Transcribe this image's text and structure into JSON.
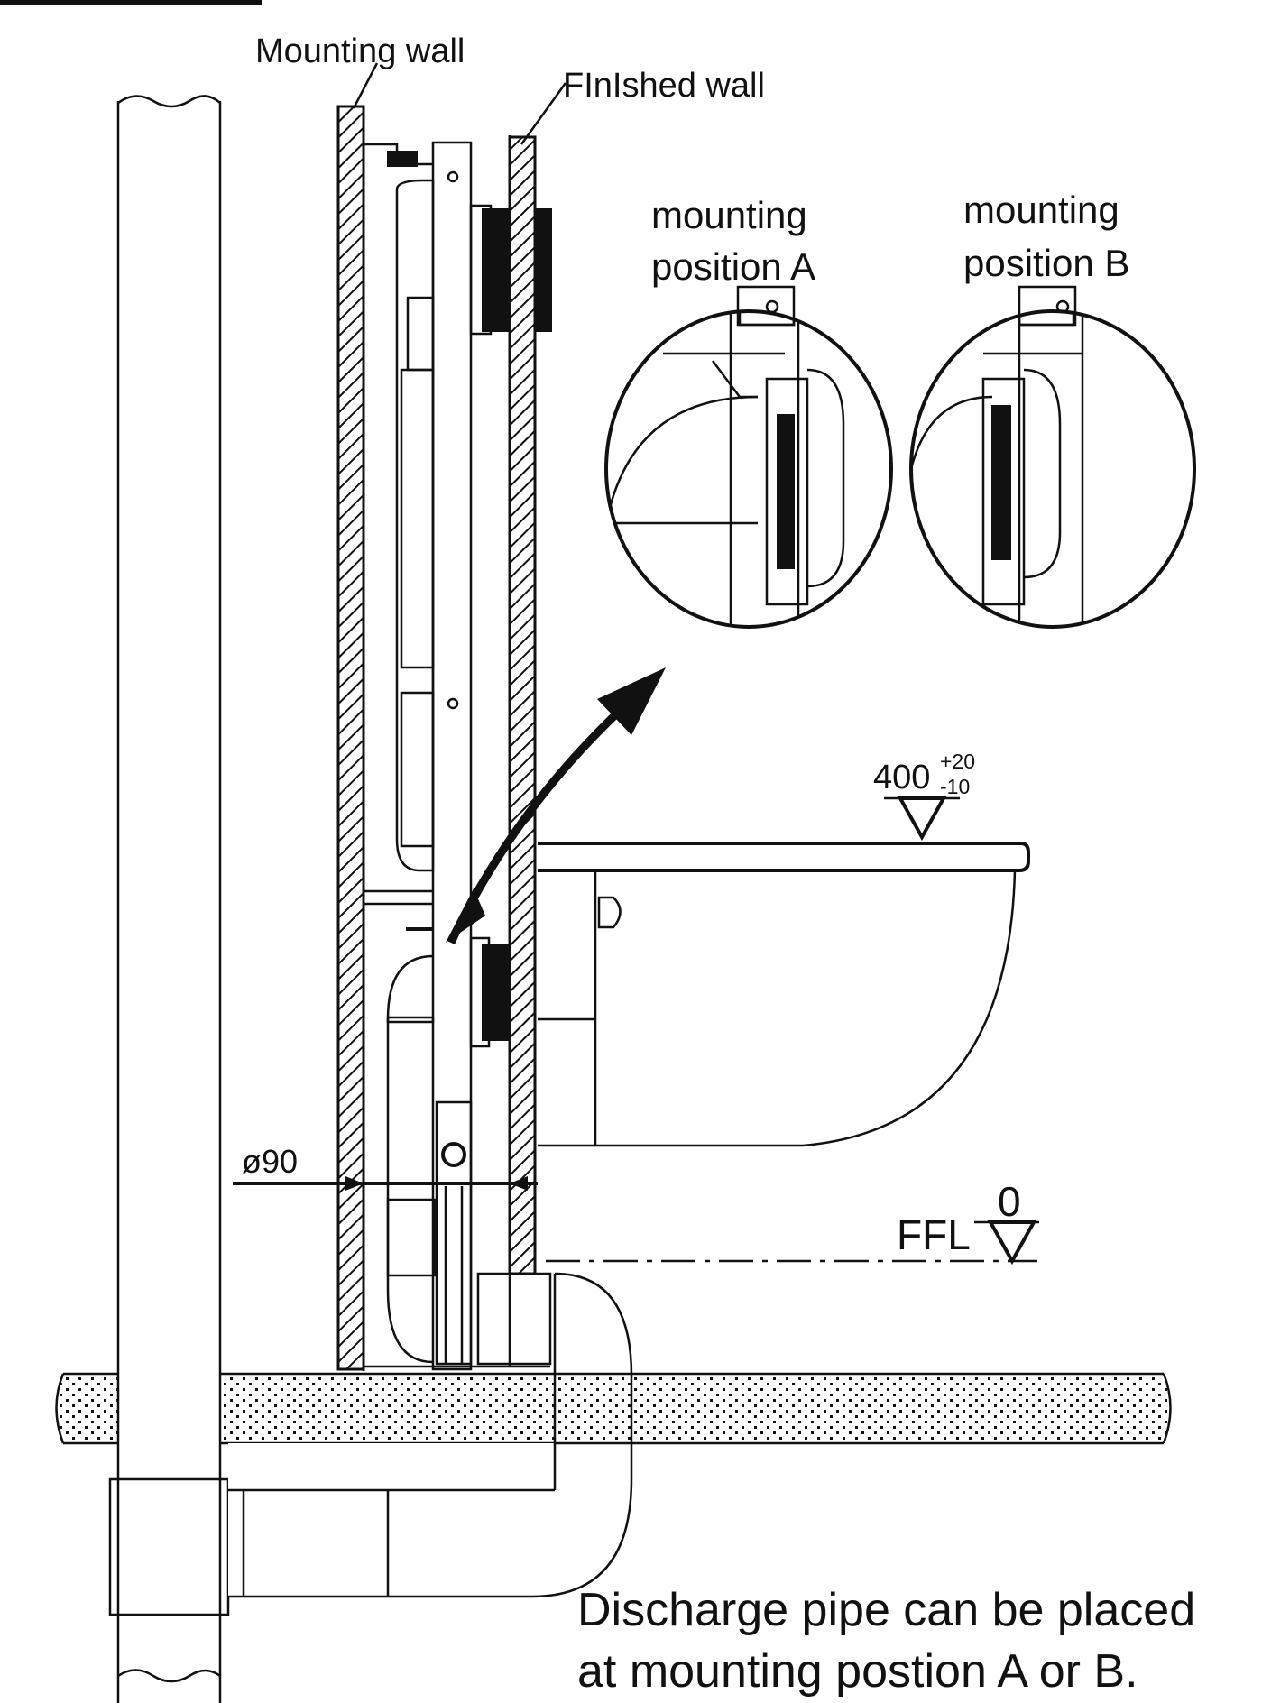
{
  "diagram": {
    "labels": {
      "mounting_wall": "Mounting wall",
      "finished_wall": "FInIshed wall",
      "position_a_line1": "mounting",
      "position_a_line2": "position A",
      "position_b_line1": "mounting",
      "position_b_line2": "position B",
      "height_value": "400",
      "height_tol_plus": "+20",
      "height_tol_minus": "-10",
      "pipe_diameter": "ø90",
      "ffl_label": "FFL",
      "ffl_value": "0",
      "note_line1": "Discharge pipe can be placed",
      "note_line2": "at mounting postion A or B."
    },
    "colors": {
      "ink": "#111111",
      "paper": "#ffffff"
    }
  }
}
